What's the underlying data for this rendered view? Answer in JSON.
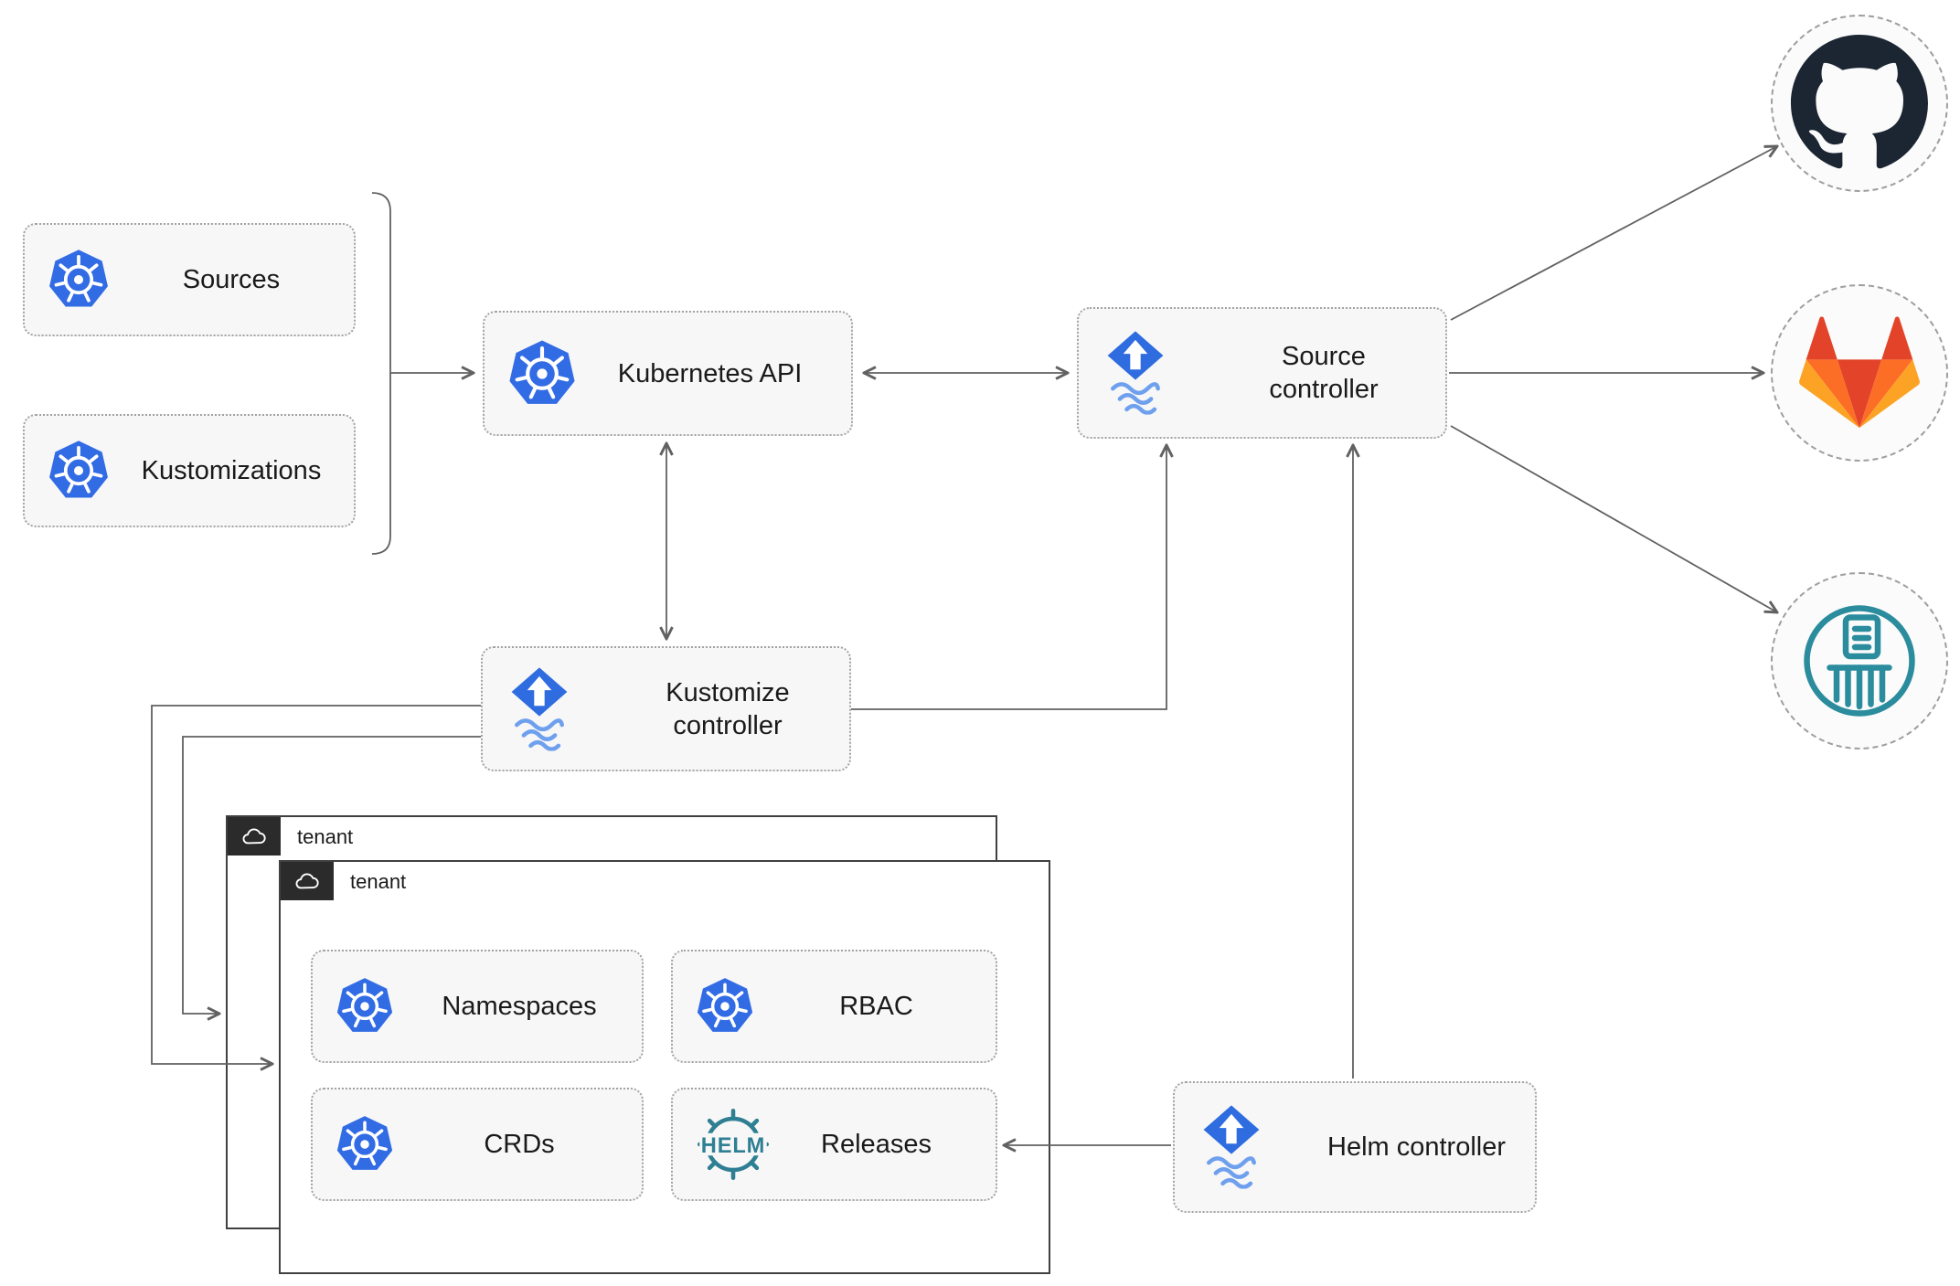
{
  "nodes": {
    "sources": {
      "label": "Sources",
      "icon": "kubernetes"
    },
    "kustomizations": {
      "label": "Kustomizations",
      "icon": "kubernetes"
    },
    "kubernetes_api": {
      "label": "Kubernetes API",
      "icon": "kubernetes"
    },
    "source_controller": {
      "label": "Source controller",
      "icon": "flux"
    },
    "kustomize_controller": {
      "label": "Kustomize controller",
      "icon": "flux"
    },
    "helm_controller": {
      "label": "Helm controller",
      "icon": "flux"
    },
    "namespaces": {
      "label": "Namespaces",
      "icon": "kubernetes"
    },
    "rbac": {
      "label": "RBAC",
      "icon": "kubernetes"
    },
    "crds": {
      "label": "CRDs",
      "icon": "kubernetes"
    },
    "releases": {
      "label": "Releases",
      "icon": "helm"
    }
  },
  "tenants": {
    "back": {
      "label": "tenant",
      "icon": "cloud"
    },
    "front": {
      "label": "tenant",
      "icon": "cloud"
    }
  },
  "external_endpoints": {
    "github": {
      "icon": "github-octocat"
    },
    "gitlab": {
      "icon": "gitlab-tanuki"
    },
    "oci": {
      "icon": "oci-registry"
    }
  },
  "helm_logo_text": "HELM",
  "colors": {
    "kubernetes_blue": "#326ce5",
    "flux_blue": "#2e6ce0",
    "flux_wave_blue": "#6fa0ee",
    "helm_teal": "#2e7f93",
    "oci_teal": "#2a8c9d",
    "github_dark": "#1c2633",
    "gitlab_red": "#e24329",
    "gitlab_orange": "#fc6d26",
    "gitlab_yellow": "#fca326",
    "arrow_gray": "#616161",
    "node_fill": "#f7f7f7",
    "node_border": "#a3a3a3",
    "tenant_border": "#404040",
    "tenant_tab": "#2b2b2b"
  }
}
